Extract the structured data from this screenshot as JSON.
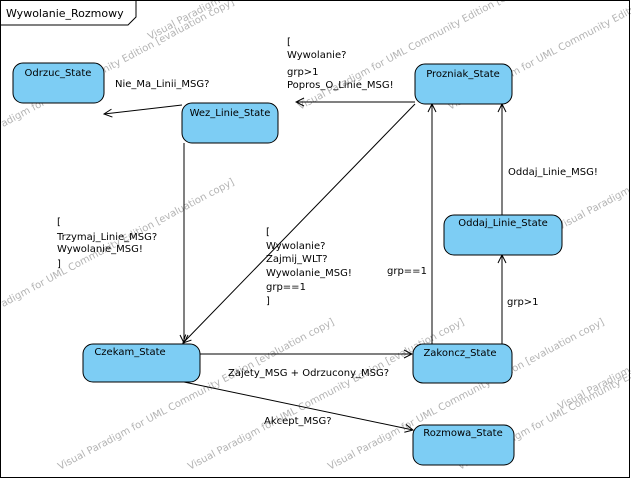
{
  "diagram": {
    "frame_title": "Wywolanie_Rozmowy",
    "watermark": "Visual Paradigm for UML Community Edition [evaluation copy]",
    "colors": {
      "state_fill": "#7dcdf4",
      "stroke": "#000000"
    },
    "states": {
      "odrzuc": "Odrzuc_State",
      "wez": "Wez_Linie_State",
      "prozniak": "Prozniak_State",
      "oddaj": "Oddaj_Linie_State",
      "czekam": "Czekam_State",
      "zakoncz": "Zakoncz_State",
      "rozmowa": "Rozmowa_State"
    },
    "transitions": {
      "prozniak_wez": [
        "[",
        "Wywolanie?",
        "grp>1",
        "Popros_O_Linie_MSG!"
      ],
      "wez_odrzuc": [
        "Nie_Ma_Linii_MSG?"
      ],
      "wez_czekam": [
        "[",
        "Trzymaj_Linie_MSG?",
        "Wywolanie_MSG!",
        "]"
      ],
      "prozniak_czekam": [
        "[",
        "Wywolanie?",
        "Zajmij_WLT?",
        "Wywolanie_MSG!",
        "grp==1",
        "]"
      ],
      "oddaj_prozniak": [
        "Oddaj_Linie_MSG!"
      ],
      "zakoncz_prozniak": [
        "grp==1"
      ],
      "zakoncz_oddaj": [
        "grp>1"
      ],
      "czekam_zakoncz": [
        "Zajety_MSG + Odrzucony_MSG?"
      ],
      "czekam_rozmowa": [
        "Akcept_MSG?"
      ]
    }
  }
}
